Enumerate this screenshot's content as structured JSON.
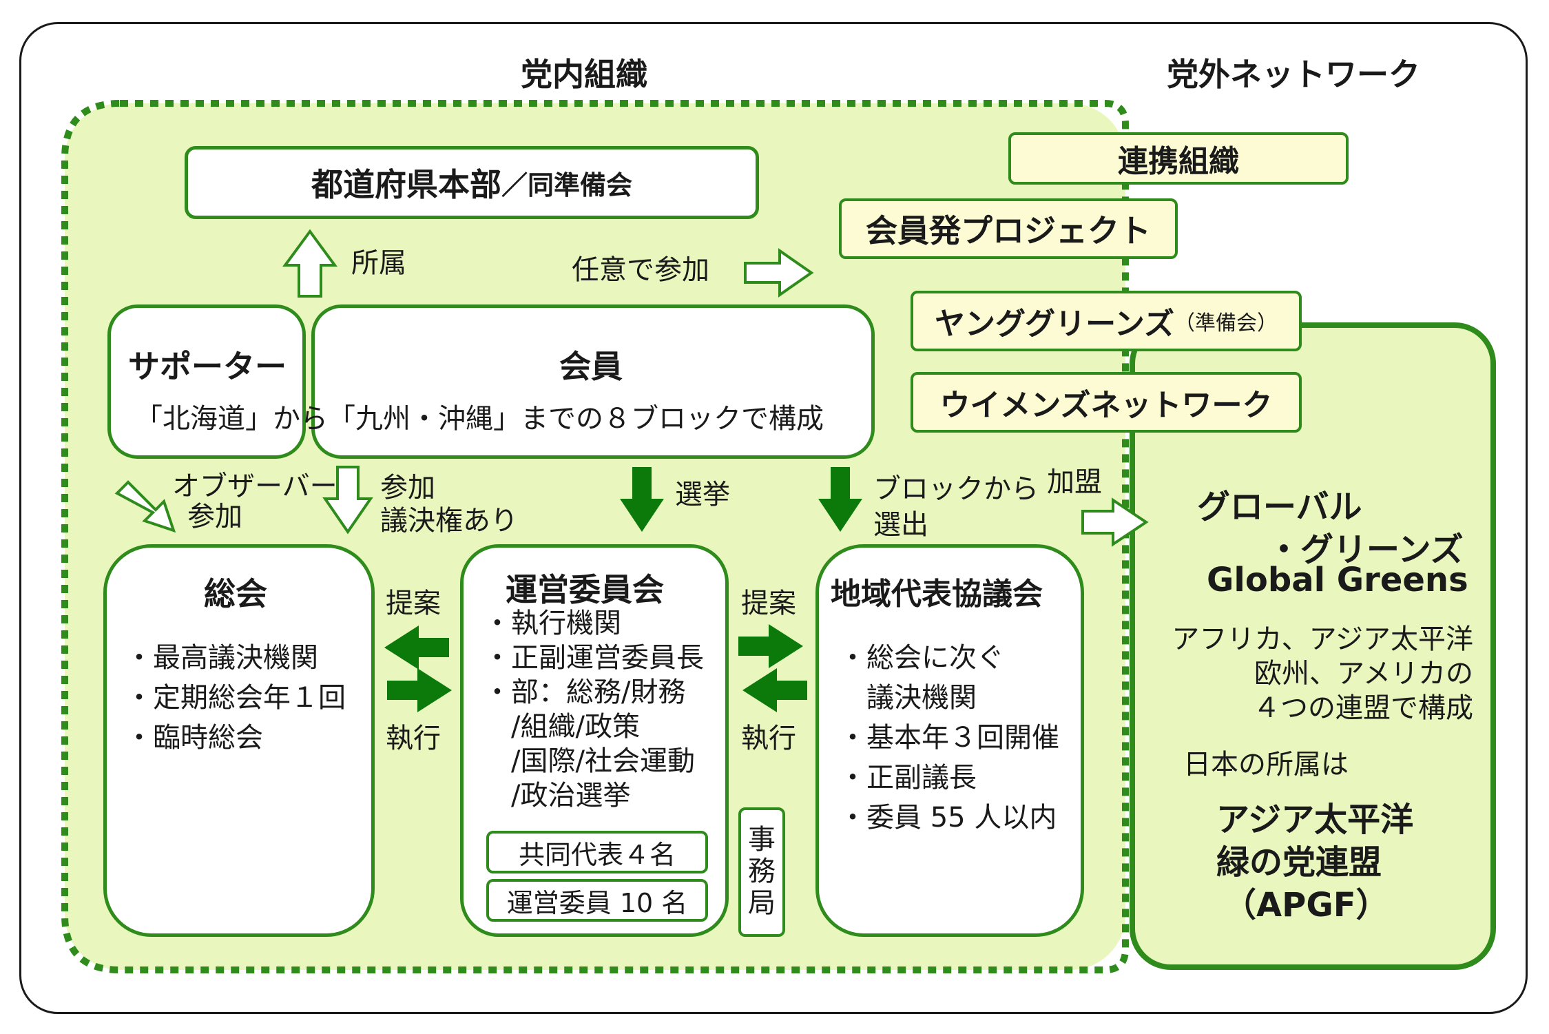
{
  "inside_org_label": "党内組織",
  "outside_network_label": "党外ネットワーク",
  "prefecture": {
    "title_main": "都道府県本部",
    "title_sub": "／同準備会"
  },
  "supporter": "サポーター",
  "member": {
    "title": "会員",
    "desc": "「北海道」から「九州・沖縄」までの８ブロックで構成"
  },
  "arrows": {
    "affiliation": "所属",
    "voluntary": "任意で参加",
    "observer_1": "オブザーバー",
    "observer_2": "参加",
    "participate_1": "参加",
    "participate_2": "議決権あり",
    "election": "選挙",
    "block_1": "ブロックから",
    "block_2": "選出",
    "join": "加盟",
    "propose_left": "提案",
    "execute_left": "執行",
    "propose_right": "提案",
    "execute_right": "執行"
  },
  "general_assembly": {
    "title": "総会",
    "items": [
      "・最高議決機関",
      "・定期総会年１回",
      "・臨時総会"
    ]
  },
  "steering": {
    "title": "運営委員会",
    "items": [
      "・執行機関",
      "・正副運営委員長",
      "・部：総務/財務",
      "　/組織/政策",
      "　/国際/社会運動",
      "　/政治選挙"
    ],
    "co_reps": "共同代表４名",
    "members": "運営委員 10 名"
  },
  "secretariat": [
    "事",
    "務",
    "局"
  ],
  "regional": {
    "title": "地域代表協議会",
    "items": [
      "・総会に次ぐ",
      "　議決機関",
      "・基本年３回開催",
      "・正副議長",
      "・委員 55 人以内"
    ]
  },
  "network": {
    "partner": "連携組織",
    "project": "会員発プロジェクト",
    "young_greens": "ヤンググリーンズ",
    "young_greens_note": "（準備会）",
    "womens": "ウイメンズネットワーク"
  },
  "global": {
    "title_1": "グローバル",
    "title_2": "・グリーンズ",
    "title_en": "Global Greens",
    "desc": [
      "アフリカ、アジア太平洋",
      "欧州、アメリカの",
      "４つの連盟で構成"
    ],
    "affil": "日本の所属は",
    "apgf": [
      "アジア太平洋",
      "緑の党連盟",
      "（APGF）"
    ]
  },
  "colors": {
    "green": "#2f8c1c",
    "dark_green": "#0b7a0b",
    "light_green": "#e9f7bf",
    "yellow": "#fcfbd3"
  }
}
